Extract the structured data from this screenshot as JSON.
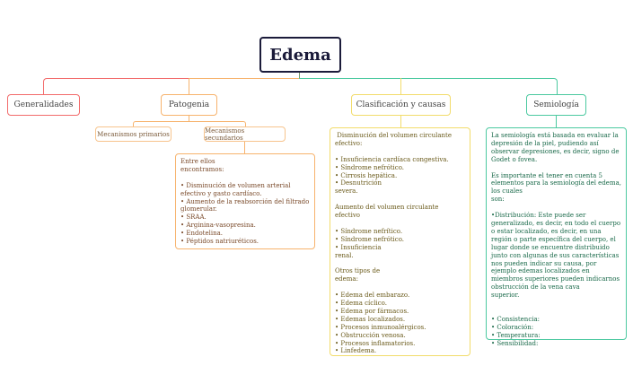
{
  "title": "Edema",
  "colors": {
    "title": "#1b1b3a",
    "red": "#f26b6b",
    "orange": "#f7b36d",
    "yellow": "#f2dc6b",
    "green": "#4cc9a0"
  },
  "branches": {
    "generalidades": "Generalidades",
    "patogenia": {
      "label": "Patogenia",
      "primarios": "Mecanismos primarios",
      "secundarios": "Mecanismos secundarios",
      "detail": "Entre ellos\nencontramos:\n\n• Disminución de volumen arterial efectivo y gasto cardíaco.\n• Aumento de la reabsorción del filtrado glomerular.\n• SRAA.\n• Arginina-vasopresina.\n• Endotelina.\n• Péptidos natriuréticos."
    },
    "clasificacion": {
      "label": "Clasificación y causas",
      "detail": " Disminución del volumen circulante\nefectivo:\n\n• Insuficiencia cardíaca congestiva.\n• Síndrome nefrótico.\n• Cirrosis hepática.\n• Desnutrición\nsevera.\n\nAumento del volumen circulante\nefectivo\n\n• Síndrome nefrítico.\n• Síndrome nefrótico.\n• Insuficiencia\nrenal.\n\nOtros tipos de\nedema:\n\n• Edema del embarazo.\n• Edema cíclico.\n• Edema por fármacos.\n• Edemas localizados.\n• Procesos inmunoalérgicos.\n• Obstrucción venosa.\n• Procesos inflamatorios.\n• Linfedema."
    },
    "semiologia": {
      "label": "Semiología",
      "detail": "La semiología está basada en evaluar la depresión de la piel, pudiendo así observar depresiones, es decir, signo de Godet o fovea.\n\nEs importante el tener en cuenta 5 elementos para la semiología del edema, los cuales\nson:\n\n•Distribución: Este puede ser generalizado, es decir, en todo el cuerpo o estar localizado, es decir, en una región o parte específica del cuerpo, el lugar donde se encuentre distribuido junto con algunas de sus características nos pueden indicar su causa, por ejemplo edemas localizados en miembros superiores pueden indicarnos obstrucción de la vena cava\nsuperior.\n\n\n• Consistencia:\n• Coloración:\n• Temperatura:\n• Sensibilidad:"
    }
  }
}
